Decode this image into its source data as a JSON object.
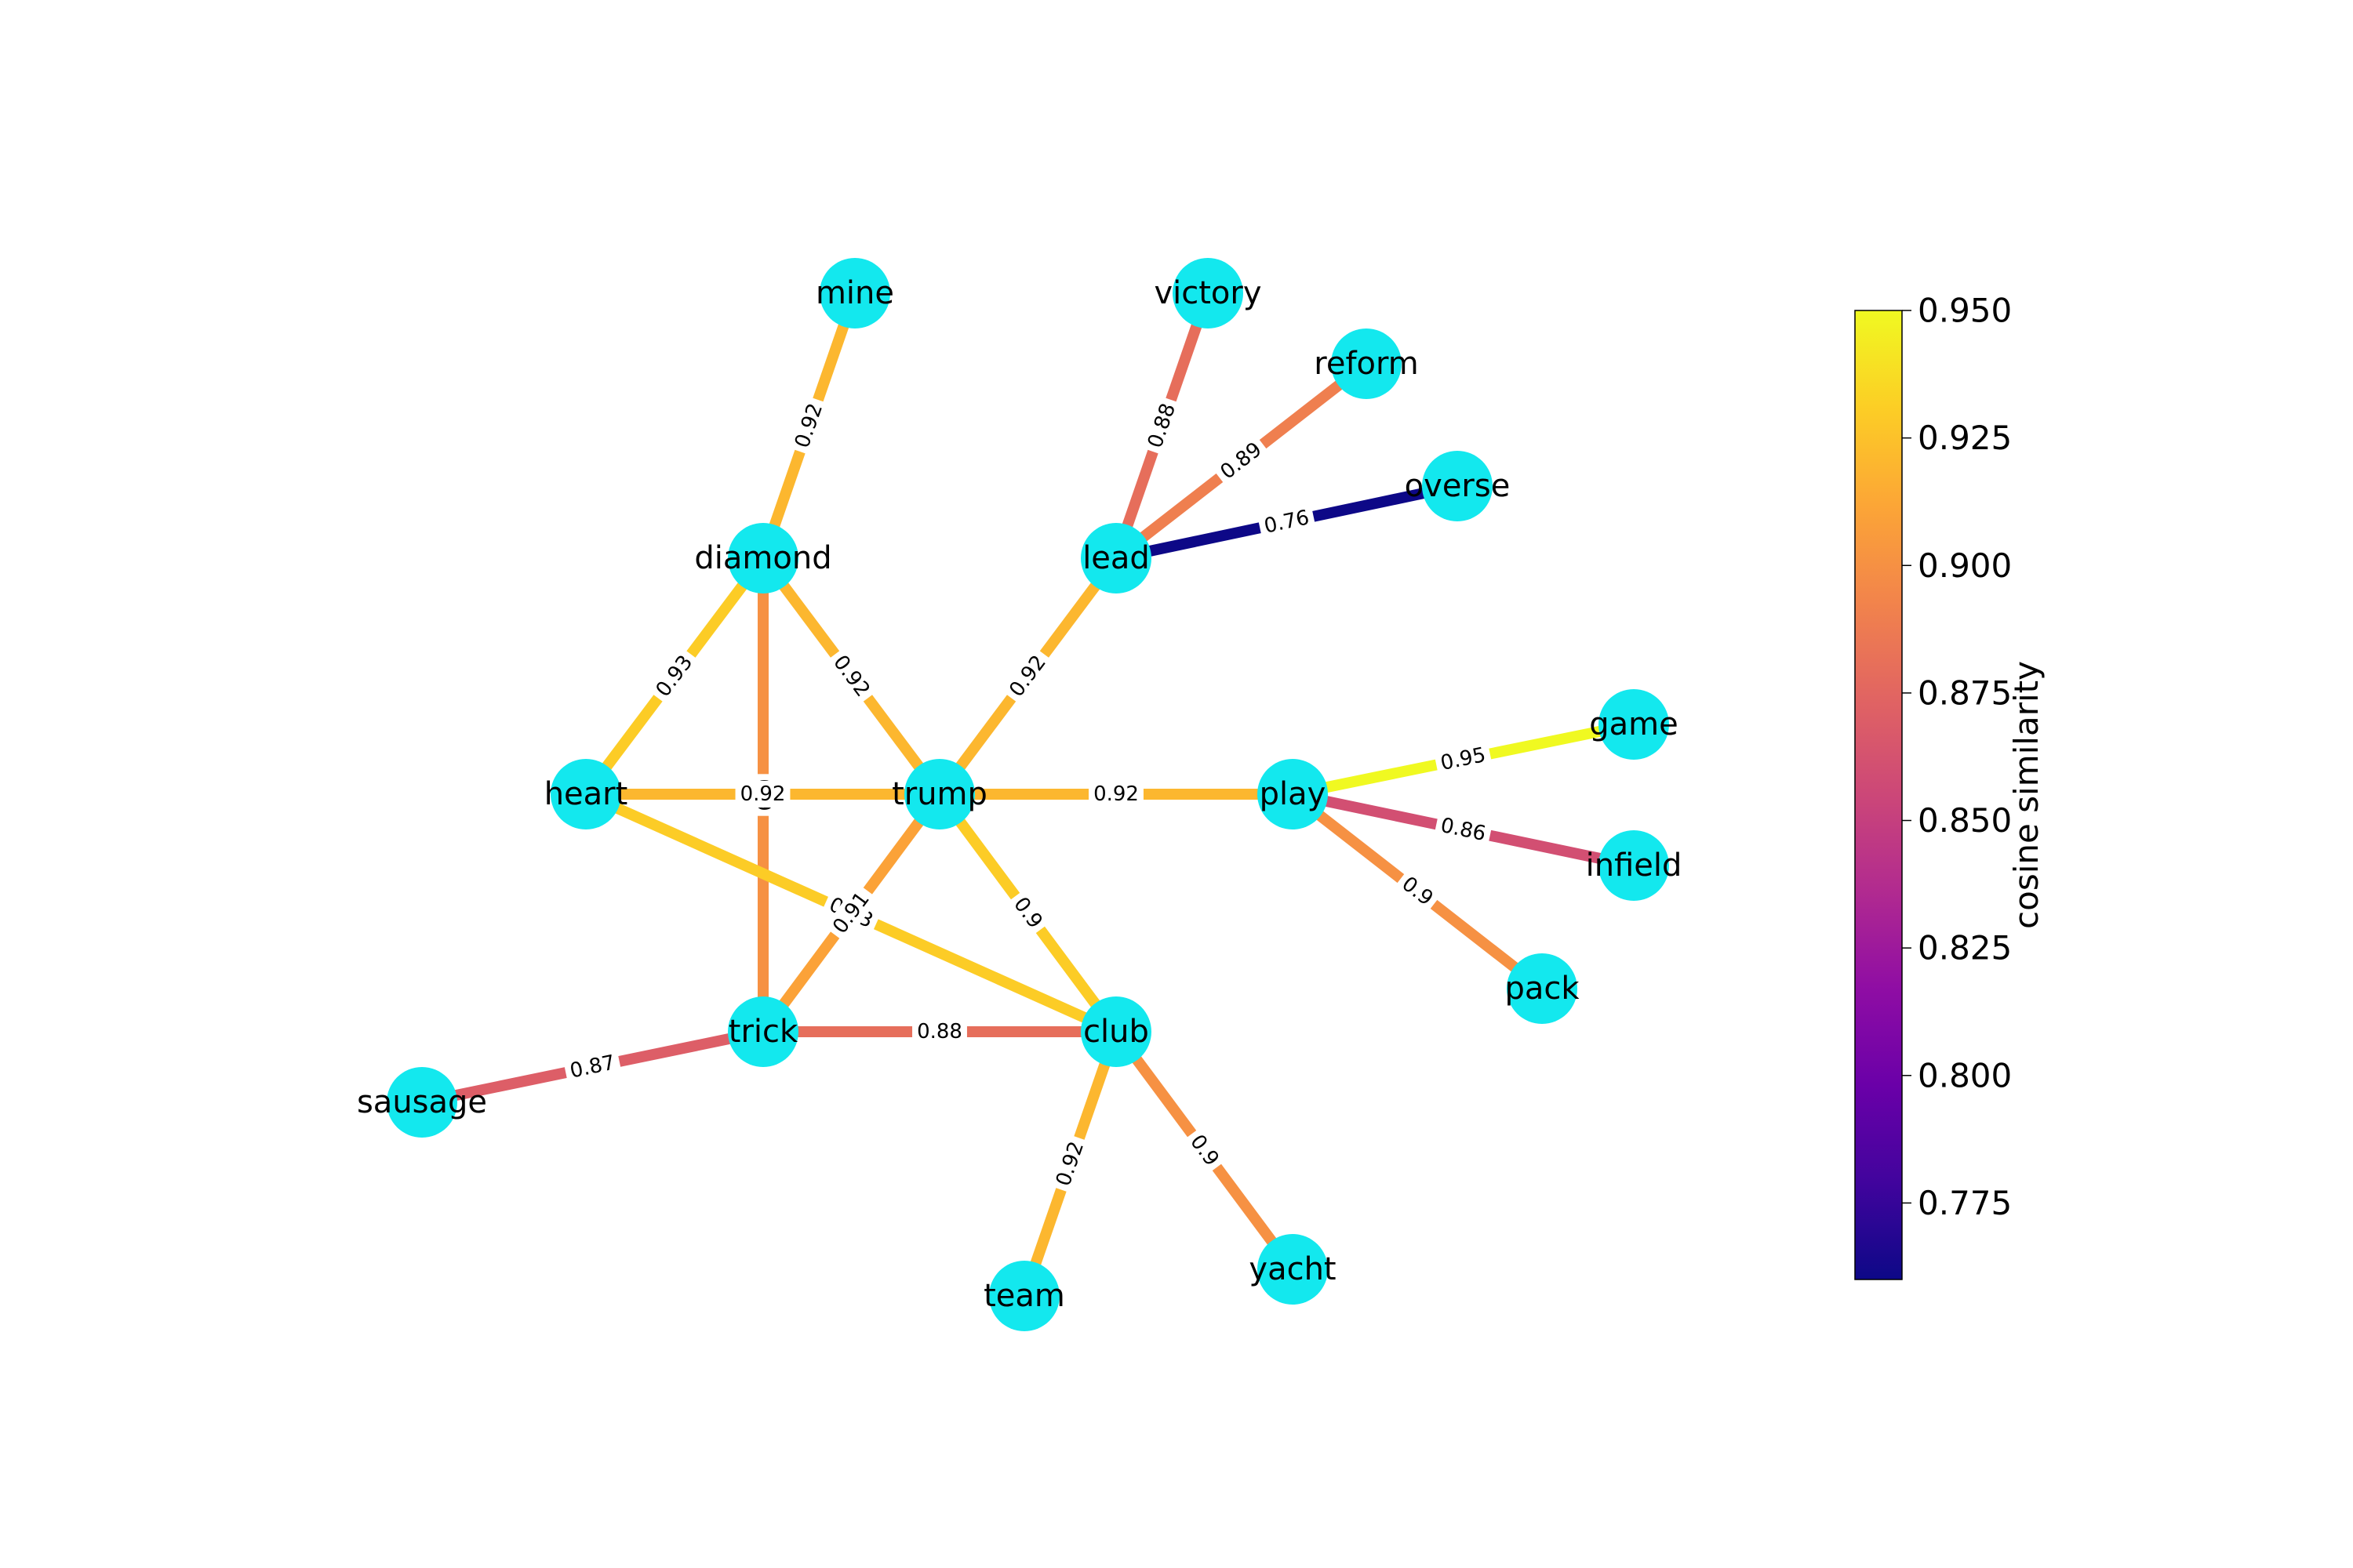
{
  "nodes": [
    {
      "id": "mine",
      "label": "mine"
    },
    {
      "id": "victory",
      "label": "victory"
    },
    {
      "id": "reform",
      "label": "reform"
    },
    {
      "id": "overse",
      "label": "overse"
    },
    {
      "id": "diamond",
      "label": "diamond"
    },
    {
      "id": "lead",
      "label": "lead"
    },
    {
      "id": "heart",
      "label": "heart"
    },
    {
      "id": "trump",
      "label": "trump"
    },
    {
      "id": "play",
      "label": "play"
    },
    {
      "id": "game",
      "label": "game"
    },
    {
      "id": "infield",
      "label": "infield"
    },
    {
      "id": "pack",
      "label": "pack"
    },
    {
      "id": "trick",
      "label": "trick"
    },
    {
      "id": "club",
      "label": "club"
    },
    {
      "id": "sausage",
      "label": "sausage"
    },
    {
      "id": "team",
      "label": "team"
    },
    {
      "id": "yacht",
      "label": "yacht"
    }
  ],
  "edges": [
    {
      "source": "mine",
      "target": "diamond",
      "weight": 0.92,
      "label": "0.92"
    },
    {
      "source": "victory",
      "target": "lead",
      "weight": 0.88,
      "label": "0.88"
    },
    {
      "source": "reform",
      "target": "lead",
      "weight": 0.89,
      "label": "0.89"
    },
    {
      "source": "lead",
      "target": "overse",
      "weight": 0.76,
      "label": "0.76"
    },
    {
      "source": "diamond",
      "target": "heart",
      "weight": 0.93,
      "label": "0.93"
    },
    {
      "source": "diamond",
      "target": "trump",
      "weight": 0.92,
      "label": "0.92"
    },
    {
      "source": "diamond",
      "target": "trick",
      "weight": 0.9,
      "label": "0.9"
    },
    {
      "source": "lead",
      "target": "trump",
      "weight": 0.92,
      "label": "0.92"
    },
    {
      "source": "heart",
      "target": "trump",
      "weight": 0.92,
      "label": "0.92"
    },
    {
      "source": "heart",
      "target": "club",
      "weight": 0.93,
      "label": "0.93"
    },
    {
      "source": "trump",
      "target": "play",
      "weight": 0.92,
      "label": "0.92"
    },
    {
      "source": "trump",
      "target": "trick",
      "weight": 0.91,
      "label": "0.91"
    },
    {
      "source": "trump",
      "target": "club",
      "weight": 0.93,
      "label": "0.9"
    },
    {
      "source": "play",
      "target": "game",
      "weight": 0.95,
      "label": "0.95"
    },
    {
      "source": "play",
      "target": "infield",
      "weight": 0.86,
      "label": "0.86"
    },
    {
      "source": "play",
      "target": "pack",
      "weight": 0.9,
      "label": "0.9"
    },
    {
      "source": "trick",
      "target": "club",
      "weight": 0.88,
      "label": "0.88"
    },
    {
      "source": "sausage",
      "target": "trick",
      "weight": 0.87,
      "label": "0.87"
    },
    {
      "source": "club",
      "target": "team",
      "weight": 0.92,
      "label": "0.92"
    },
    {
      "source": "club",
      "target": "yacht",
      "weight": 0.9,
      "label": "0.9"
    }
  ],
  "colorbar": {
    "title": "cosine similarity",
    "min": 0.76,
    "max": 0.95,
    "colormap": "plasma",
    "ticks": [
      "0.775",
      "0.800",
      "0.825",
      "0.850",
      "0.875",
      "0.900",
      "0.925",
      "0.950"
    ]
  },
  "colors": {
    "node_fill": "#13e8ee",
    "background": "#ffffff"
  }
}
